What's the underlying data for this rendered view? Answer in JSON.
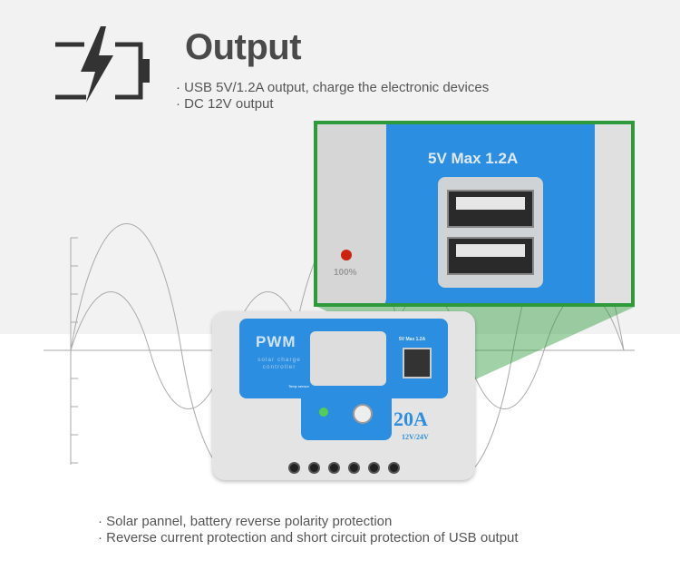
{
  "header": {
    "icon": "battery-charge-icon",
    "title": "Output",
    "bullets": [
      "· USB 5V/1.2A output, charge the electronic devices",
      "· DC 12V output"
    ]
  },
  "device": {
    "brand": "PWM",
    "subtitle": "solar charge controller",
    "temp_label": "Temp sensor",
    "usb_label": "5V Max 1.2A",
    "rating": "20A",
    "voltage": "12V/24V"
  },
  "inset": {
    "usb_label": "5V Max 1.2A",
    "indicator_label": "100%"
  },
  "footer": {
    "bullets": [
      "· Solar pannel, battery reverse polarity protection",
      "· Reverse current protection and short circuit protection of USB output"
    ]
  },
  "colors": {
    "accent_blue": "#2c8ee0",
    "inset_border": "#2e9a3c",
    "text": "#4a4a4a"
  }
}
